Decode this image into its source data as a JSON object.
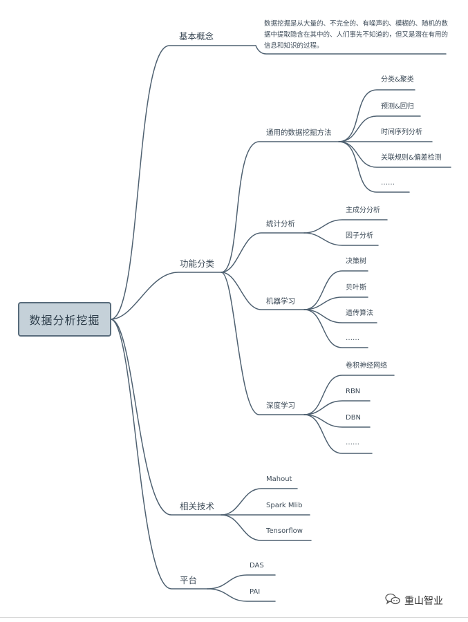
{
  "root": {
    "label": "数据分析挖掘"
  },
  "concept": {
    "label": "基本概念",
    "description": "数据挖掘是从大量的、不完全的、有噪声的、模糊的、随机的数据中提取隐含在其中的、人们事先不知道的，但又是潜在有用的信息和知识的过程。"
  },
  "functions": {
    "label": "功能分类",
    "general": {
      "label": "通用的数据挖掘方法",
      "items": [
        "分类&聚类",
        "预测&回归",
        "时间序列分析",
        "关联规则&偏差检测",
        "……"
      ]
    },
    "stats": {
      "label": "统计分析",
      "items": [
        "主成分分析",
        "因子分析"
      ]
    },
    "ml": {
      "label": "机器学习",
      "items": [
        "决策树",
        "贝叶斯",
        "遗传算法",
        "……"
      ]
    },
    "dl": {
      "label": "深度学习",
      "items": [
        "卷积神经网络",
        "RBN",
        "DBN",
        "……"
      ]
    }
  },
  "tech": {
    "label": "相关技术",
    "items": [
      "Mahout",
      "Spark Mlib",
      "Tensorflow"
    ]
  },
  "platform": {
    "label": "平台",
    "items": [
      "DAS",
      "PAI"
    ]
  },
  "watermark": {
    "text": "重山智业",
    "icon": "chat-bubbles-icon"
  },
  "colors": {
    "line": "#4f6171",
    "root_fill": "#c5d1d9",
    "root_border": "#586b7b"
  }
}
